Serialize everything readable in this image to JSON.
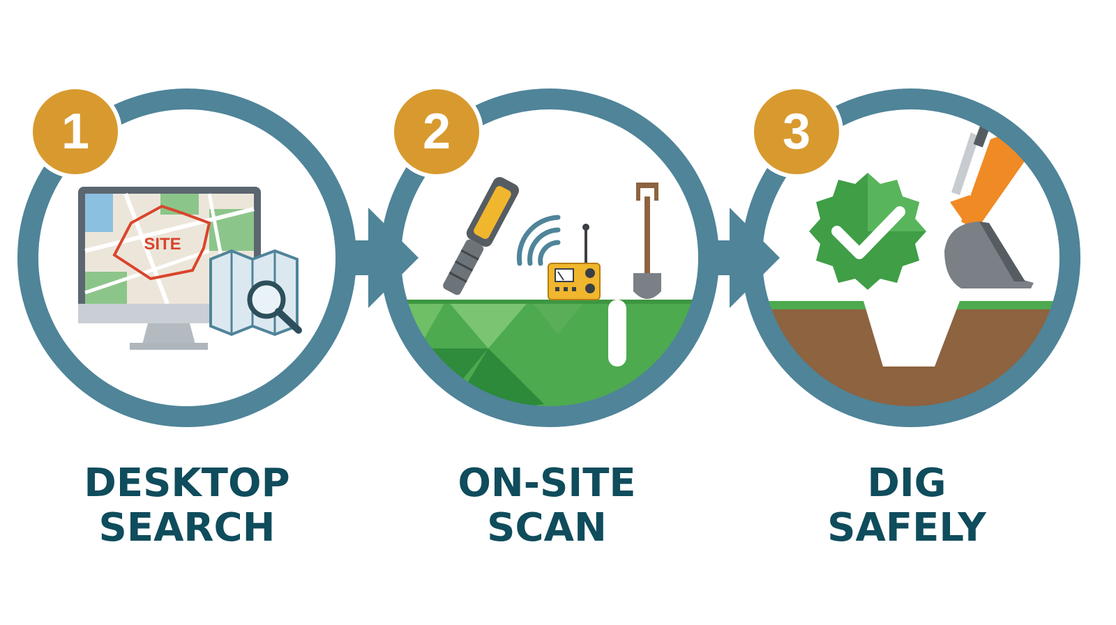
{
  "colors": {
    "ring": "#4f8499",
    "badge": "#d89a2f",
    "label": "#0f4c5c",
    "grass": "#4daa4f",
    "soil": "#8d6340",
    "check": "#3f9e46",
    "excavator": "#f08a24",
    "detector": "#f0b62d"
  },
  "steps": [
    {
      "number": "1",
      "title_line1": "DESKTOP",
      "title_line2": "SEARCH",
      "icon": "computer-map-icon",
      "map_label": "SITE"
    },
    {
      "number": "2",
      "title_line1": "ON-SITE",
      "title_line2": "SCAN",
      "icon": "detector-scan-icon"
    },
    {
      "number": "3",
      "title_line1": "DIG",
      "title_line2": "SAFELY",
      "icon": "excavator-check-icon"
    }
  ]
}
